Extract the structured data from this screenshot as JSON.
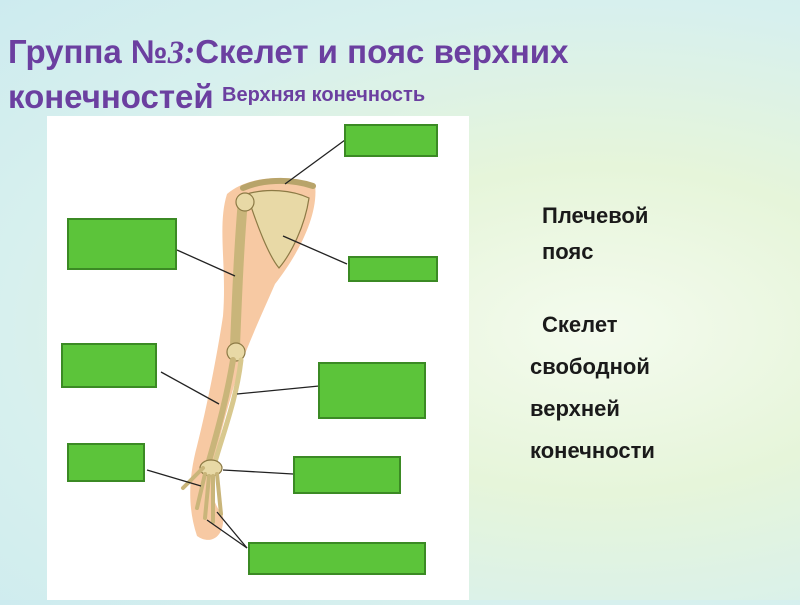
{
  "slide": {
    "title_prefix": "Группа №",
    "title_number": "3:",
    "title_rest": "Скелет и пояс верхних конечностей",
    "subtitle": "Верхняя конечность"
  },
  "bullets": [
    {
      "icon": "square-bullet-icon",
      "symbol": "",
      "line1": "Плечевой",
      "line2": "пояс"
    },
    {
      "icon": "square-bullet-icon",
      "symbol": "",
      "line1": "Скелет",
      "line2": "свободной",
      "line3": "верхней",
      "line4": "конечности"
    }
  ],
  "colors": {
    "title": "#6b3fa0",
    "label_box_fill": "#5cc43a",
    "label_box_border": "#3b8a24",
    "skin": "#f7c9a3",
    "bone": "#e8d9a6"
  }
}
